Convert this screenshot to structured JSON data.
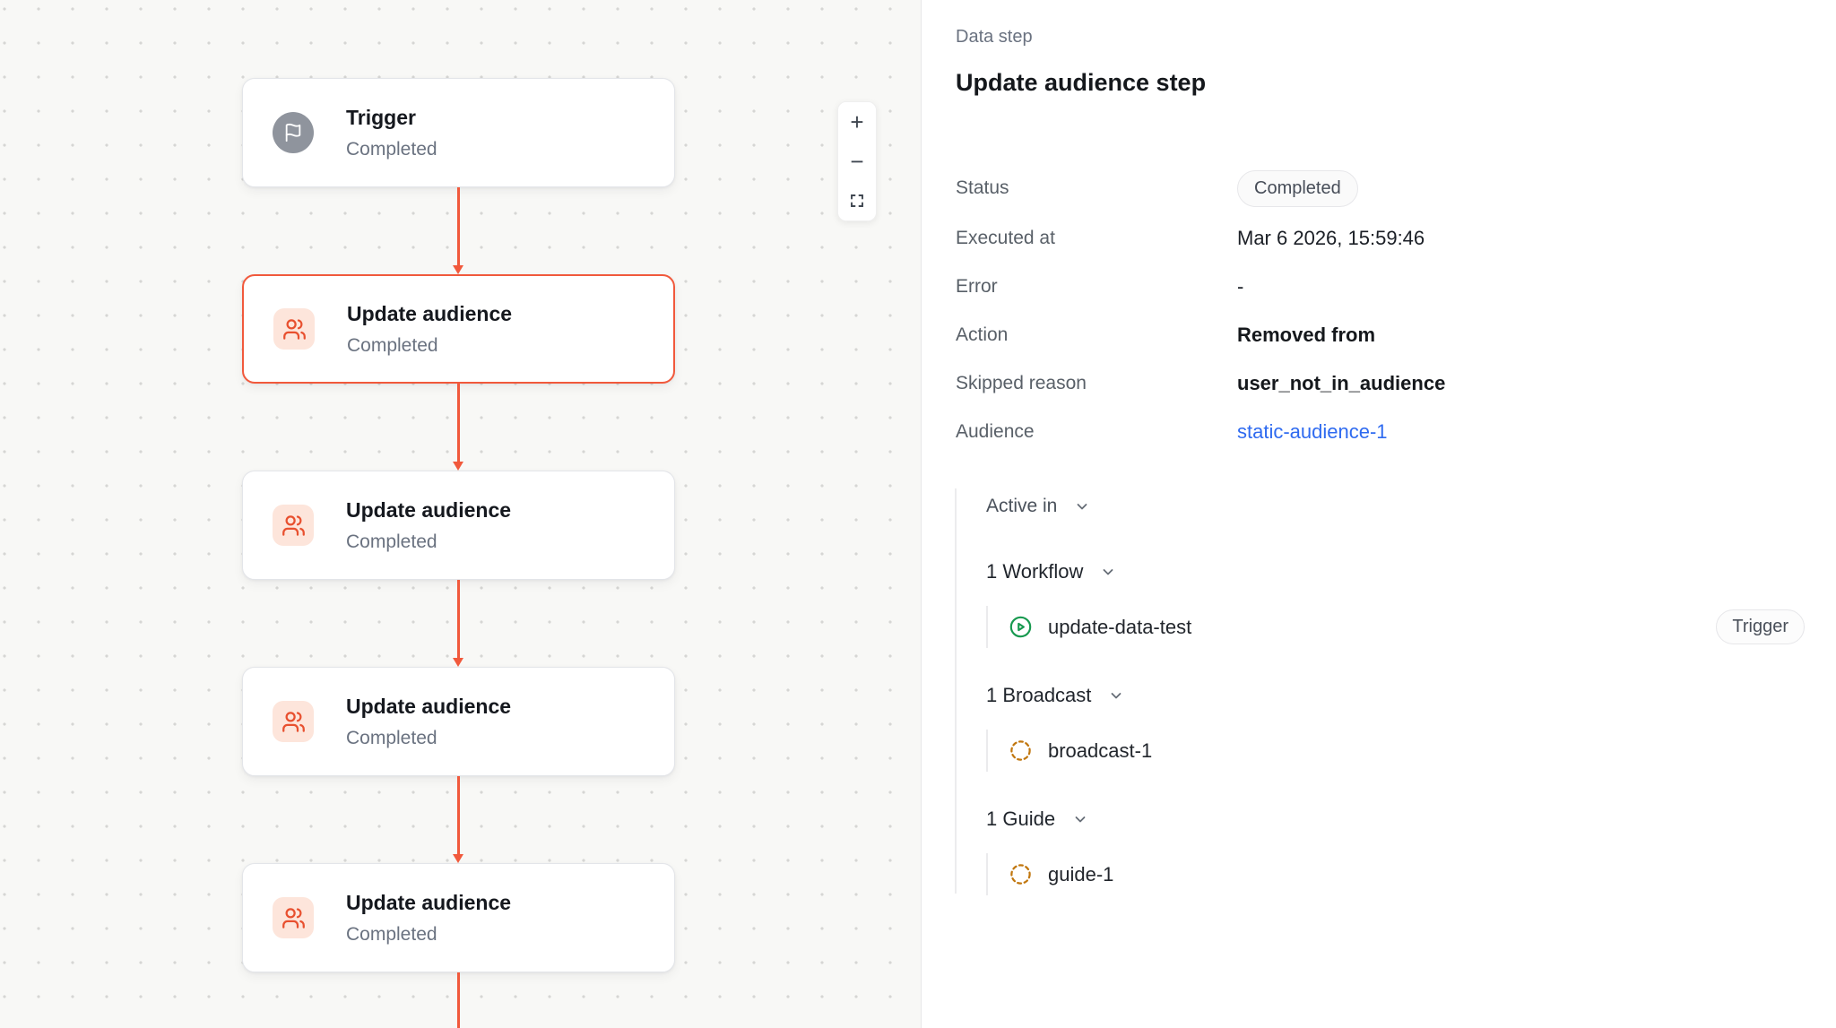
{
  "canvas": {
    "nodes": [
      {
        "type": "trigger",
        "title": "Trigger",
        "status": "Completed",
        "selected": false
      },
      {
        "type": "update_audience",
        "title": "Update audience",
        "status": "Completed",
        "selected": true
      },
      {
        "type": "update_audience",
        "title": "Update audience",
        "status": "Completed",
        "selected": false
      },
      {
        "type": "update_audience",
        "title": "Update audience",
        "status": "Completed",
        "selected": false
      },
      {
        "type": "update_audience",
        "title": "Update audience",
        "status": "Completed",
        "selected": false
      }
    ],
    "zoom_controls": {
      "zoom_in": "+",
      "zoom_out": "−"
    },
    "edge_color": "#f1593c"
  },
  "panel": {
    "eyebrow": "Data step",
    "title": "Update audience step",
    "fields": [
      {
        "label": "Status",
        "value": "Completed",
        "kind": "badge"
      },
      {
        "label": "Executed at",
        "value": "Mar 6 2026, 15:59:46",
        "kind": "plain"
      },
      {
        "label": "Error",
        "value": "-",
        "kind": "plain"
      },
      {
        "label": "Action",
        "value": "Removed from",
        "kind": "strong"
      },
      {
        "label": "Skipped reason",
        "value": "user_not_in_audience",
        "kind": "strong"
      },
      {
        "label": "Audience",
        "value": "static-audience-1",
        "kind": "link"
      }
    ],
    "active_in": {
      "label": "Active in",
      "groups": [
        {
          "label": "1 Workflow",
          "items": [
            {
              "name": "update-data-test",
              "icon": "play-circle-icon",
              "badge": "Trigger"
            }
          ]
        },
        {
          "label": "1 Broadcast",
          "items": [
            {
              "name": "broadcast-1",
              "icon": "dashed-circle-icon"
            }
          ]
        },
        {
          "label": "1 Guide",
          "items": [
            {
              "name": "guide-1",
              "icon": "dashed-circle-icon"
            }
          ]
        }
      ]
    }
  },
  "colors": {
    "accent_orange": "#f1593c",
    "icon_orange": "#e8502f",
    "icon_bg_peach": "#fde5db",
    "trigger_gray": "#8f949d",
    "workflow_green": "#17994f",
    "dashed_amber": "#c1770f",
    "link_blue": "#2e6af0",
    "canvas_bg": "#f8f8f6"
  }
}
